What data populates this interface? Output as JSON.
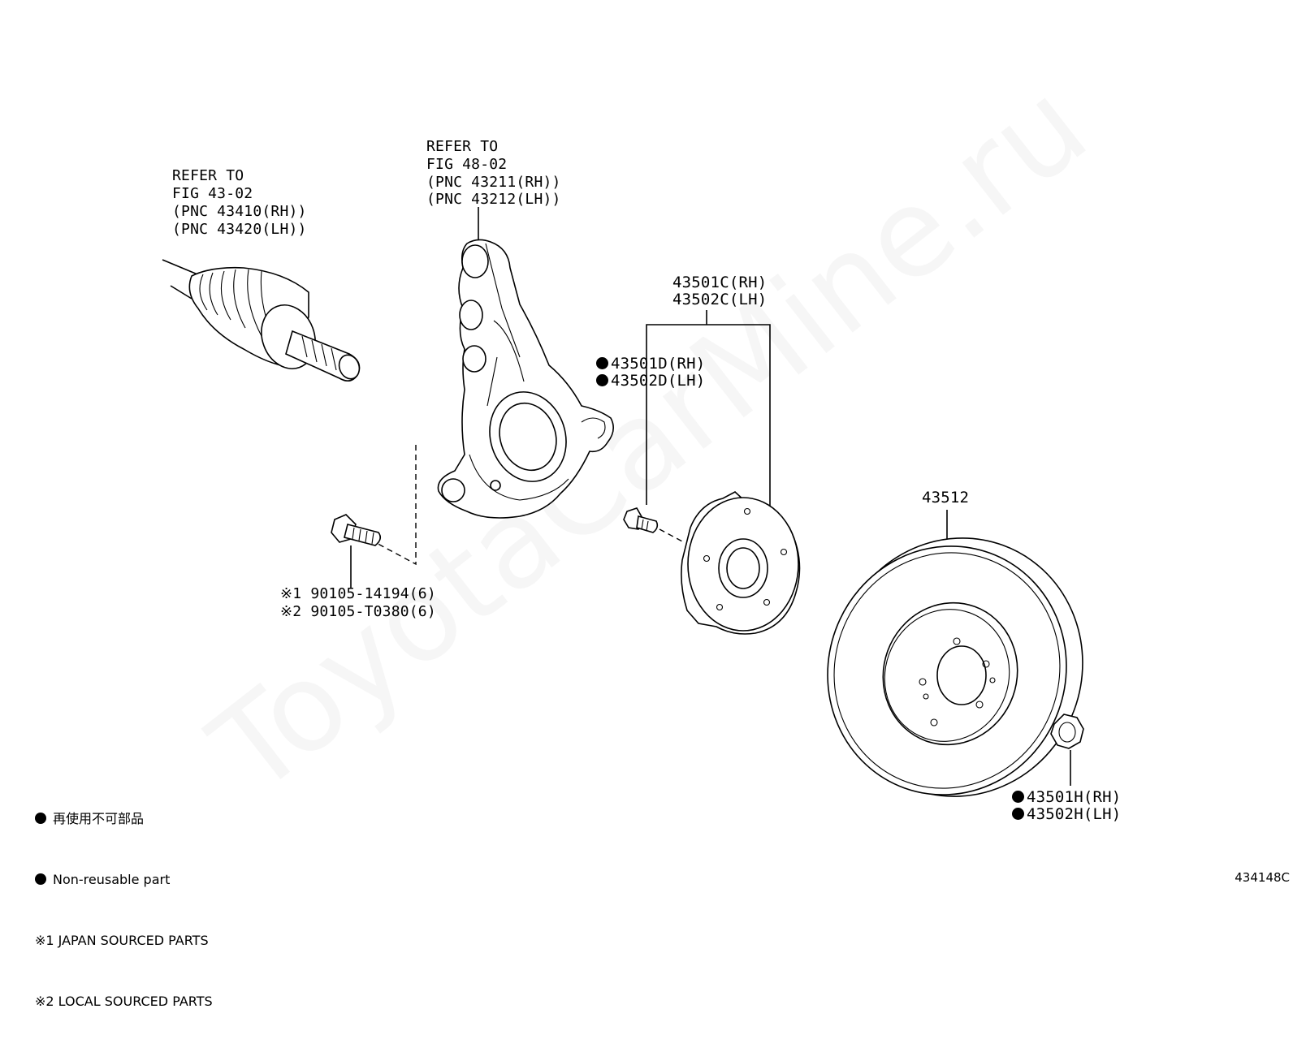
{
  "watermark": "ToyotaCarMine.ru",
  "labels": {
    "driveshaft_ref": [
      "REFER TO",
      "FIG 43-02",
      "(PNC 43410(RH))",
      "(PNC 43420(LH))"
    ],
    "knuckle_ref": [
      "REFER TO",
      "FIG 48-02",
      "(PNC 43211(RH))",
      "(PNC 43212(LH))"
    ],
    "hub_assy": [
      "43501C(RH)",
      "43502C(LH)"
    ],
    "hub_bolt": [
      "43501D(RH)",
      "43502D(LH)"
    ],
    "disc": "43512",
    "hub_nut": [
      "43501H(RH)",
      "43502H(LH)"
    ],
    "knuckle_bolt": [
      "※1 90105-14194(6)",
      "※2 90105-T0380(6)"
    ]
  },
  "legend": {
    "jp": "再使用不可部品",
    "en": "Non-reusable part",
    "note1": "※1 JAPAN SOURCED PARTS",
    "note2": "※2 LOCAL SOURCED PARTS"
  },
  "figure_code": "434148C"
}
